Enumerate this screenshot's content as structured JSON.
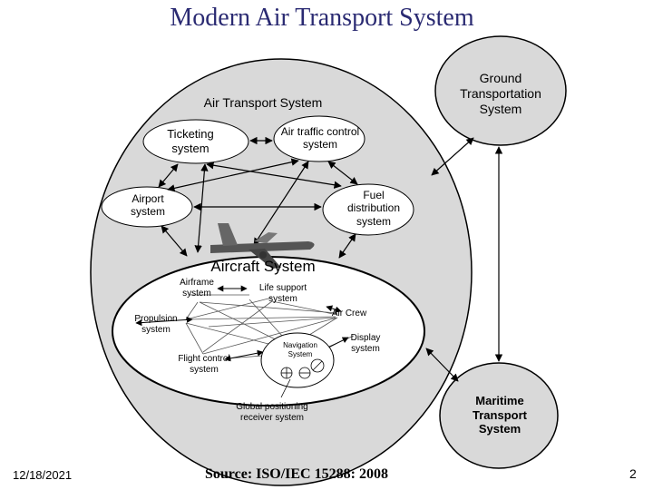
{
  "title": "Modern Air Transport System",
  "footer": {
    "date": "12/18/2021",
    "source": "Source: ISO/IEC 15288: 2008",
    "page": "2"
  },
  "air_transport": {
    "label": "Air Transport System",
    "ticketing": "Ticketing system",
    "air_traffic": "Air traffic control system",
    "airport": "Airport system",
    "fuel": "Fuel distribution system"
  },
  "ground": "Ground Transportation System",
  "maritime": "Maritime Transport System",
  "aircraft": {
    "label": "Aircraft System",
    "airframe": "Airframe system",
    "life_support": "Life support system",
    "air_crew": "Air Crew",
    "propulsion": "Propulsion system",
    "display": "Display system",
    "navigation": "Navigation System",
    "flight_control": "Flight control system",
    "gps": "Global positioning receiver system"
  },
  "colors": {
    "outer_fill": "#d9d9d9",
    "node_fill": "#ffffff",
    "title_color": "#2a2a72"
  }
}
